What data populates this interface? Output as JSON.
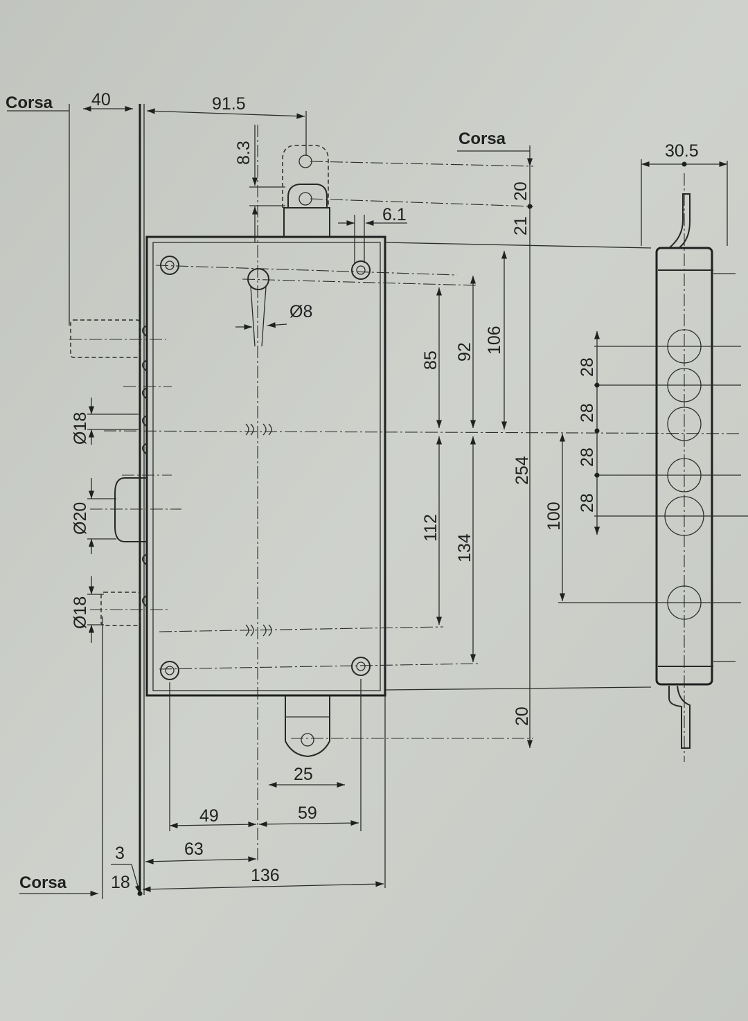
{
  "labels": {
    "corsa_top_left": "Corsa",
    "corsa_top_right": "Corsa",
    "corsa_bottom_left": "Corsa"
  },
  "dimensions": {
    "d40": "40",
    "d91_5": "91.5",
    "d8_3": "8.3",
    "d6_1": "6.1",
    "d20_top": "20",
    "d21": "21",
    "dia8": "Ø8",
    "d85": "85",
    "d92": "92",
    "d106": "106",
    "d254": "254",
    "d112": "112",
    "d134": "134",
    "d20_bottom": "20",
    "dia18_top": "Ø18",
    "dia20": "Ø20",
    "dia18_bottom": "Ø18",
    "d25": "25",
    "d49": "49",
    "d59": "59",
    "d63": "63",
    "d3": "3",
    "d18": "18",
    "d136": "136",
    "d30_5": "30.5",
    "d28_a": "28",
    "d28_b": "28",
    "d28_c": "28",
    "d28_d": "28",
    "d100": "100"
  },
  "colors": {
    "paper": "#c9ccc6",
    "ink": "#1f2120"
  }
}
